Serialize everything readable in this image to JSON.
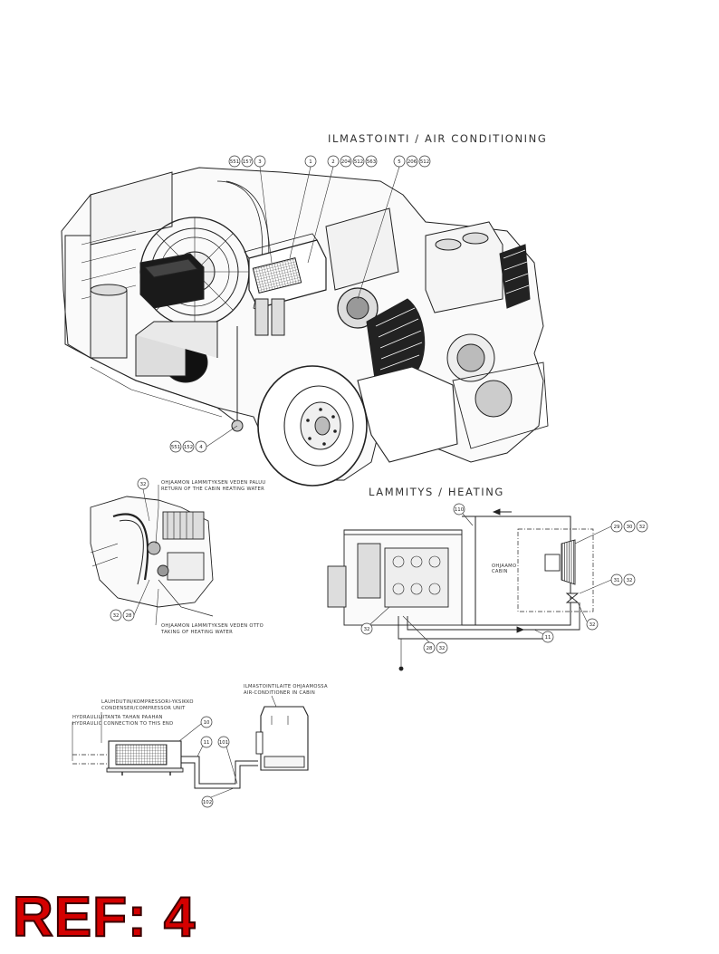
{
  "titles": {
    "air_conditioning": "ILMASTOINTI / AIR CONDITIONING",
    "heating": "LAMMITYS / HEATING"
  },
  "notes": {
    "return_fi": "OHJAAMON LAMMITYKSEN VEDEN PALUU",
    "return_en": "RETURN OF THE CABIN HEATING WATER",
    "taking_fi": "OHJAAMON LAMMITYKSEN VEDEN OTTO",
    "taking_en": "TAKING OF HEATING WATER",
    "cabin_fi": "OHJAAMO",
    "cabin_en": "CABIN",
    "condenser_fi": "LAUHDUTIN/KOMPRESSORI-YKSIKKO",
    "condenser_en": "CONDENSER/COMPRESSOR UNIT",
    "hydraulic_fi": "HYDRAULILIITANTA TAHAN PAAHAN",
    "hydraulic_en": "HYDRAULIC CONNECTION TO THIS END",
    "ac_cabin_fi": "ILMASTOINTILAITE OHJAAMOSSA",
    "ac_cabin_en": "AIR-CONDITIONER IN CABIN"
  },
  "balloons": {
    "top_row": [
      "551",
      "157",
      "3",
      "1",
      "2",
      "204",
      "512",
      "563",
      "5",
      "206",
      "512"
    ],
    "bottom_row": [
      "551",
      "152",
      "4"
    ],
    "heating_left": [
      "32",
      "32",
      "28"
    ],
    "heating_right": [
      "110",
      "29",
      "30",
      "32",
      "31",
      "32",
      "32",
      "32",
      "28",
      "32",
      "11"
    ],
    "ac_lines": [
      "10",
      "11",
      "101",
      "102"
    ]
  },
  "ref_label": "REF: 4"
}
